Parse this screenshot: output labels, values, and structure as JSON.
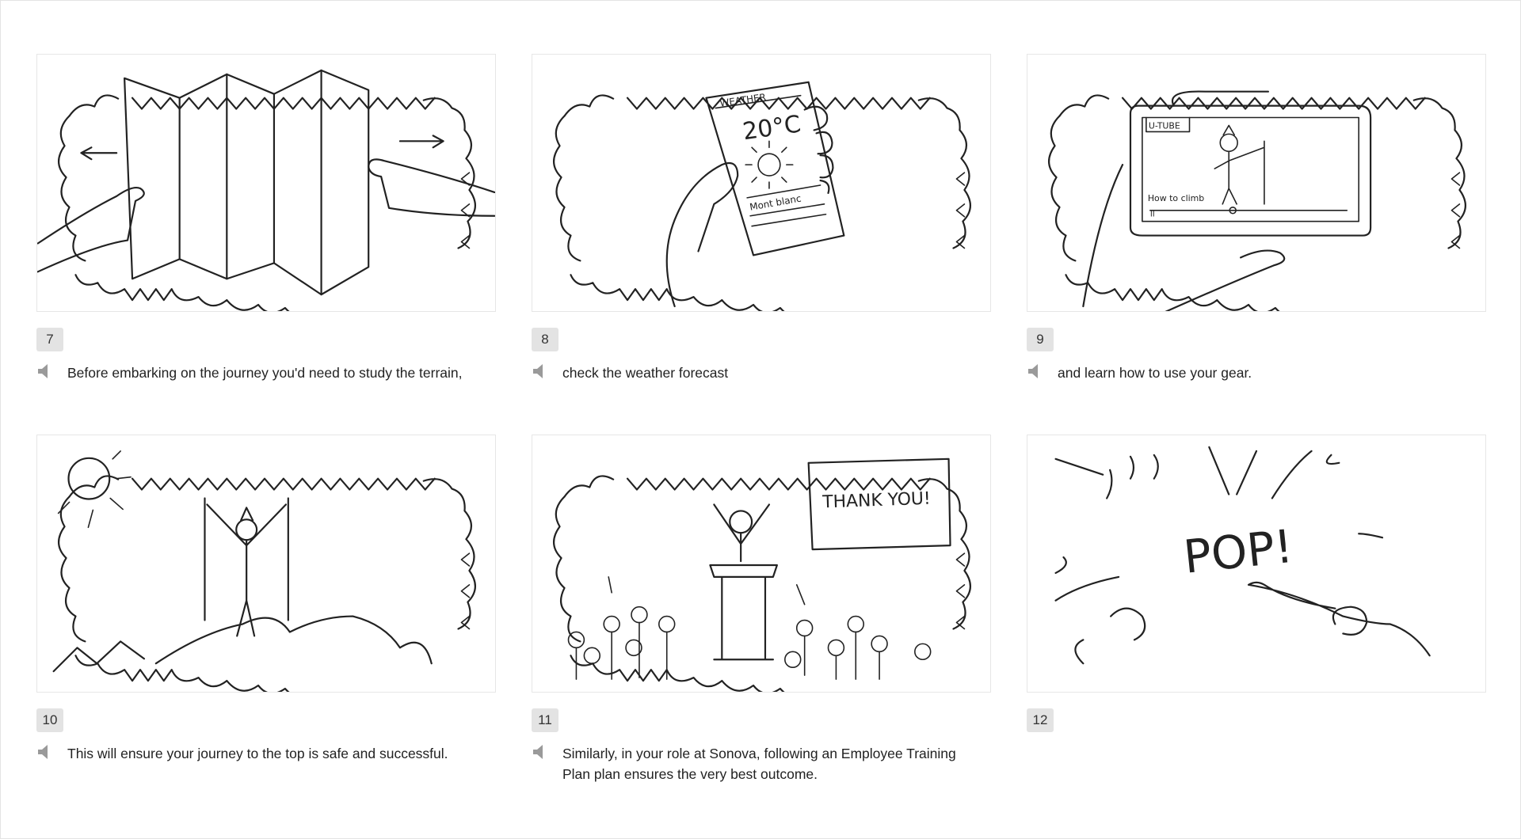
{
  "panels": [
    {
      "number": "7",
      "caption": "Before embarking on the journey you'd need to study the terrain,",
      "speaker_icon": "speaker-icon"
    },
    {
      "number": "8",
      "caption": "check the weather forecast",
      "speaker_icon": "speaker-icon",
      "sketch": {
        "phone_title": "WEATHER",
        "temperature": "20°C",
        "location": "Mont blanc"
      }
    },
    {
      "number": "9",
      "caption": "and learn how to use your gear.",
      "speaker_icon": "speaker-icon",
      "sketch": {
        "app_name": "U-TUBE",
        "video_title": "How to climb",
        "pause_glyph": "II"
      }
    },
    {
      "number": "10",
      "caption": "This will ensure your journey to the top is safe and successful.",
      "speaker_icon": "speaker-icon"
    },
    {
      "number": "11",
      "caption": "Similarly, in your role at Sonova, following an Employee Training Plan plan ensures the very best outcome.",
      "speaker_icon": "speaker-icon",
      "sketch": {
        "board_text": "THANK YOU!"
      }
    },
    {
      "number": "12",
      "caption": "",
      "sketch": {
        "exclamation": "POP!"
      }
    }
  ]
}
